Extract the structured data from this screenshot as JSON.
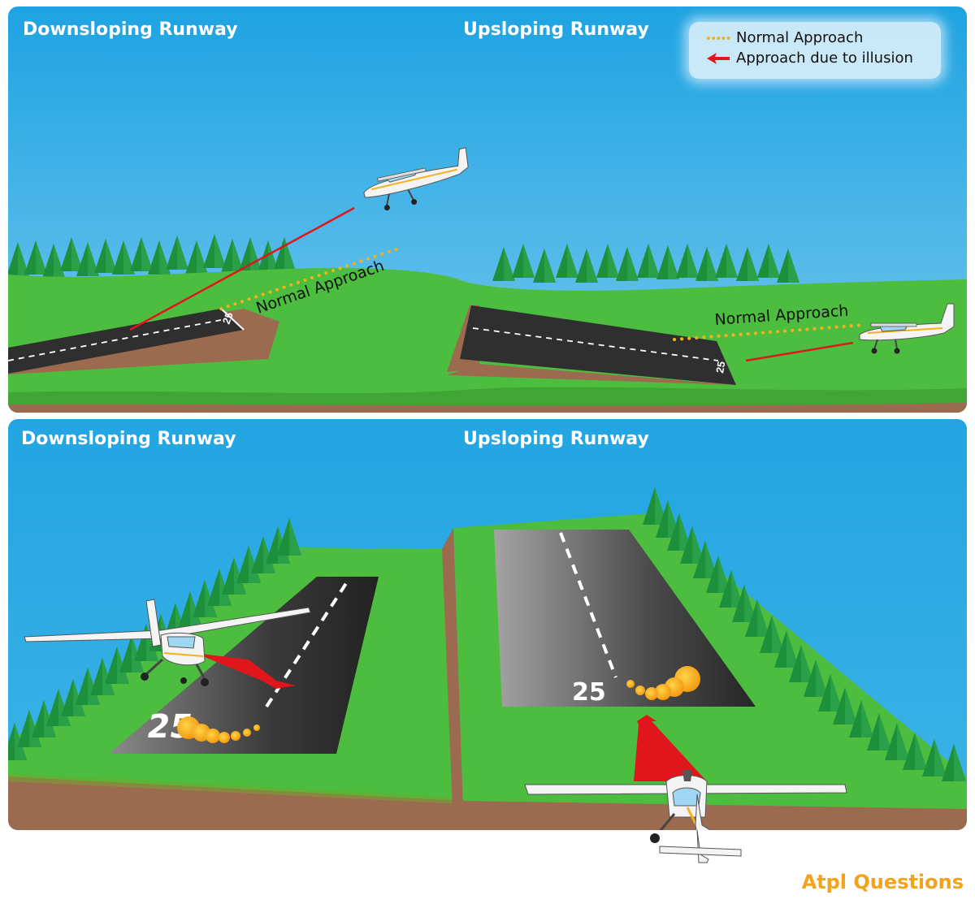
{
  "top_panel": {
    "left_title": "Downsloping Runway",
    "right_title": "Upsloping Runway",
    "left_approach_label": "Normal Approach",
    "right_approach_label": "Normal Approach",
    "left_runway_number": "25",
    "right_runway_number": "25"
  },
  "legend": {
    "normal": "Normal Approach",
    "illusion": "Approach due to illusion"
  },
  "bottom_panel": {
    "left_title": "Downsloping Runway",
    "right_title": "Upsloping Runway",
    "left_runway_number": "25",
    "right_runway_number": "25"
  },
  "brand": "Atpl Questions",
  "colors": {
    "sky": "#2aa7e0",
    "grass": "#4dbd3f",
    "trees": "#1e8f3a",
    "runway": "#2f2f2f",
    "normal_approach": "#f3b21b",
    "illusion_approach": "#e0161c",
    "soil": "#9c6b4f"
  },
  "icons": {
    "aircraft": "high-wing-aircraft-icon",
    "illusion_arrow": "red-arrow-icon",
    "normal_path": "orange-dotted-path-icon"
  }
}
